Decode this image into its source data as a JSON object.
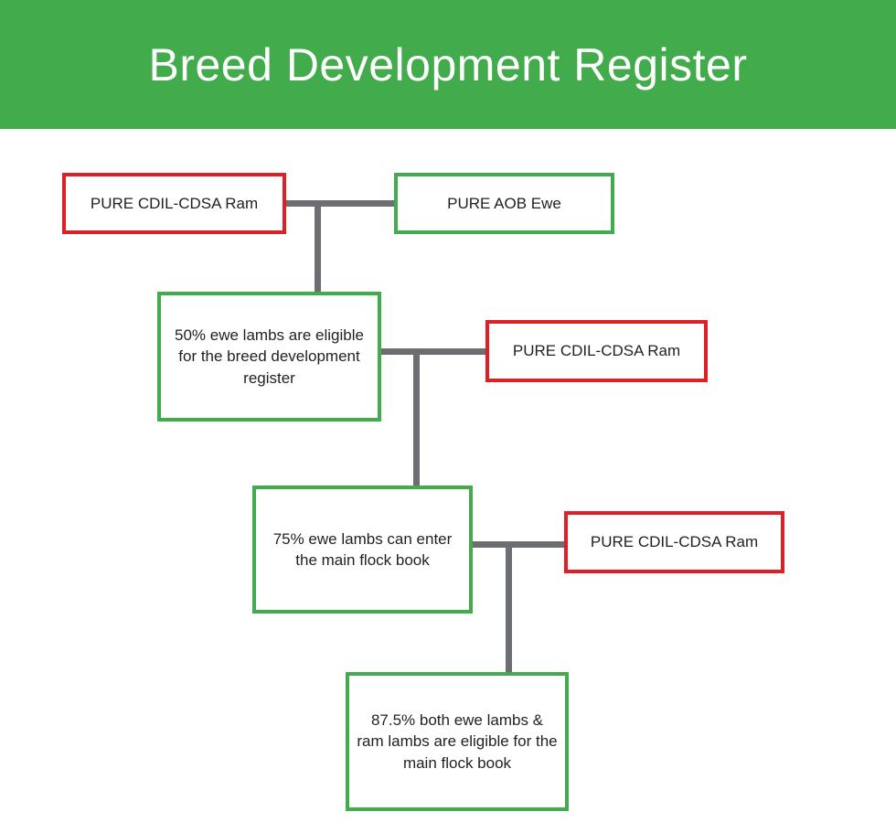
{
  "header": {
    "title": "Breed Development Register",
    "background_color": "#42ab4b",
    "text_color": "#ffffff"
  },
  "colors": {
    "green": "#42ab4b",
    "red": "#dd2027",
    "connector": "#6d6e71",
    "text": "#231f20",
    "background": "#ffffff"
  },
  "diagram": {
    "type": "flowchart",
    "nodes": [
      {
        "id": "ram-1",
        "label": "PURE CDIL-CDSA Ram",
        "border_color": "#dd2027",
        "category": "sire"
      },
      {
        "id": "ewe-1",
        "label": "PURE AOB Ewe",
        "border_color": "#42ab4b",
        "category": "dam"
      },
      {
        "id": "register-50",
        "label": "50% ewe lambs are eligible for the breed development register",
        "border_color": "#42ab4b",
        "category": "offspring"
      },
      {
        "id": "ram-2",
        "label": "PURE CDIL-CDSA Ram",
        "border_color": "#dd2027",
        "category": "sire"
      },
      {
        "id": "flock-75",
        "label": "75% ewe lambs can enter the main flock book",
        "border_color": "#42ab4b",
        "category": "offspring"
      },
      {
        "id": "ram-3",
        "label": "PURE CDIL-CDSA Ram",
        "border_color": "#dd2027",
        "category": "sire"
      },
      {
        "id": "flock-87",
        "label": "87.5% both ewe lambs & ram lambs are eligible for the main flock book",
        "border_color": "#42ab4b",
        "category": "offspring"
      }
    ],
    "edges": [
      {
        "from": "ram-1",
        "to": "ewe-1",
        "child": "register-50"
      },
      {
        "from": "register-50",
        "to": "ram-2",
        "child": "flock-75"
      },
      {
        "from": "flock-75",
        "to": "ram-3",
        "child": "flock-87"
      }
    ]
  }
}
